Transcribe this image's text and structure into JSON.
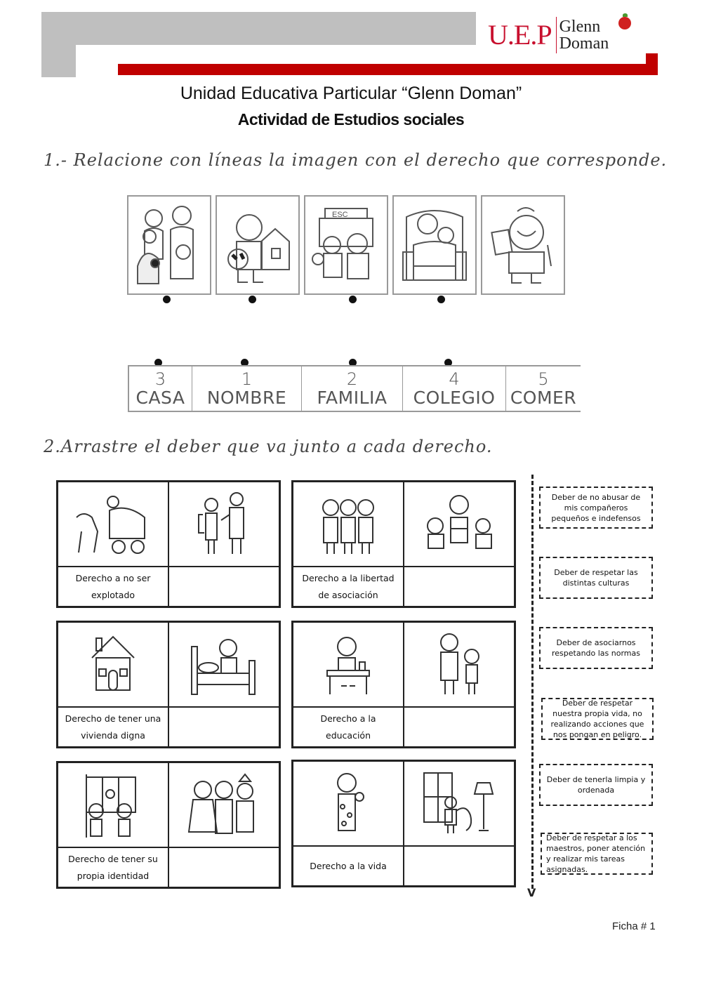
{
  "header": {
    "logo_initials": "U.E.P",
    "logo_name_line1": "Glenn",
    "logo_name_line2": "Doman",
    "brand_red": "#c00000",
    "brand_gray": "#bfbfbf"
  },
  "school_title": "Unidad Educativa Particular “Glenn Doman”",
  "activity_title": "Actividad de Estudios sociales",
  "section1": {
    "instruction": "1.- Relacione con líneas la imagen con el derecho que corresponde.",
    "pictures": [
      {
        "icon": "family-picture-icon",
        "has_dot": true
      },
      {
        "icon": "boy-with-ball-house-picture-icon",
        "has_dot": true
      },
      {
        "icon": "children-at-school-picture-icon",
        "has_dot": true
      },
      {
        "icon": "grandmother-with-child-picture-icon",
        "has_dot": true
      },
      {
        "icon": "child-with-id-card-picture-icon",
        "has_dot": false
      }
    ],
    "words": [
      {
        "number": "3",
        "label": "CASA",
        "has_dot": true
      },
      {
        "number": "1",
        "label": "NOMBRE",
        "has_dot": true
      },
      {
        "number": "2",
        "label": "FAMILIA",
        "has_dot": true
      },
      {
        "number": "4",
        "label": "COLEGIO",
        "has_dot": true
      },
      {
        "number": "5",
        "label": "COMER",
        "has_dot": false
      }
    ]
  },
  "section2": {
    "instruction": "2.Arrastre el deber que va junto a cada derecho.",
    "cards": [
      {
        "right": "Derecho a no ser explotado",
        "image1": "child-labor-cart-icon",
        "image2": "teacher-and-student-icon",
        "answer": ""
      },
      {
        "right": "Derecho a la libertad de asociación",
        "image1": "three-children-icon",
        "image2": "children-group-reading-icon",
        "answer": ""
      },
      {
        "right": "Derecho de tener una vivienda digna",
        "image1": "house-icon",
        "image2": "child-making-bed-icon",
        "answer": ""
      },
      {
        "right": "Derecho a la educación",
        "image1": "child-at-desk-icon",
        "image2": "teacher-with-child-icon",
        "answer": ""
      },
      {
        "right": "Derecho de tener su propia identidad",
        "image1": "children-with-flag-icon",
        "image2": "children-traditional-costumes-icon",
        "answer": ""
      },
      {
        "right": "Derecho a la vida",
        "image1": "child-holding-flowers-icon",
        "image2": "child-with-electric-cord-icon",
        "answer": ""
      }
    ],
    "duties": [
      "Deber de no abusar de mis compañeros pequeños e indefensos",
      "Deber de respetar las distintas culturas",
      "Deber de asociarnos respetando las normas",
      "Deber de respetar nuestra propia vida, no realizando acciones que nos pongan en peligro.",
      "Deber de tenerla limpia y ordenada",
      "Deber de respetar a los maestros, poner atención y realizar mis tareas asignadas."
    ],
    "scroll_arrow": "V"
  },
  "footer": "Ficha # 1"
}
